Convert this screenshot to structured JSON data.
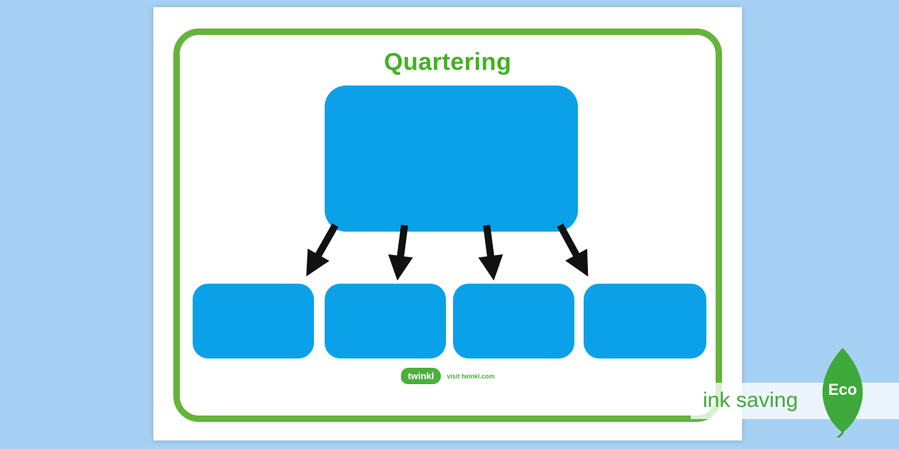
{
  "page": {
    "background_color": "#a7d1f4"
  },
  "poster": {
    "title": "Quartering",
    "colors": {
      "title_green": "#43b121",
      "border_green": "#66b33b",
      "box_blue": "#0ba1e9",
      "arrow_black": "#111111"
    },
    "whole_box_label": "",
    "quarter_box_labels": [
      "",
      "",
      "",
      ""
    ]
  },
  "footer": {
    "logo_text": "twinkl",
    "visit_text": "visit twinkl.com"
  },
  "eco_banner": {
    "label": "ink saving",
    "badge_text": "Eco",
    "green": "#3fa93c"
  }
}
